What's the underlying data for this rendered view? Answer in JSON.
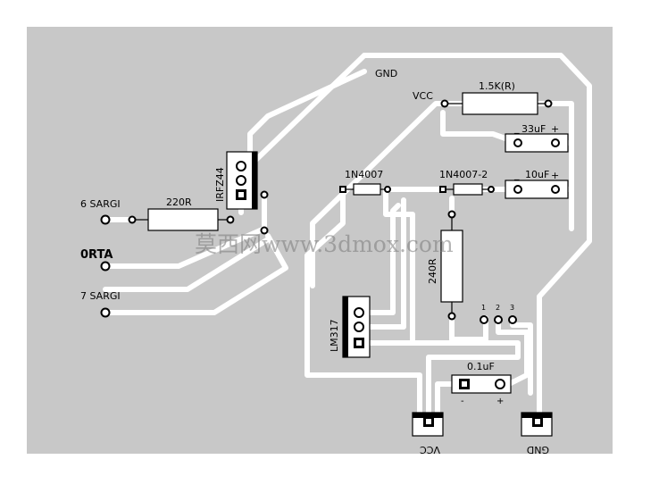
{
  "labels": {
    "gnd_top": "GND",
    "vcc_top": "VCC",
    "r_1k5": "1.5K(R)",
    "c_33": "33uF",
    "c_10": "10uF",
    "d1": "1N4007",
    "d2": "1N4007-2",
    "r_240": "240R",
    "r_220": "220R",
    "mosfet": "IRFZ44",
    "reg": "LM317",
    "c_01": "0.1uF",
    "sargi6": "6 SARGI",
    "orta": "0RTA",
    "sargi7": "7 SARGI",
    "pin1": "1",
    "pin2": "2",
    "pin3": "3",
    "plus": "+",
    "minus": "-",
    "vcc_bottom": "VCC",
    "gnd_bottom": "GND",
    "watermark": "莫西网www.3dmox.com"
  },
  "colors": {
    "board": "#c8c8c8",
    "trace": "#ffffff",
    "ink": "#000000"
  }
}
